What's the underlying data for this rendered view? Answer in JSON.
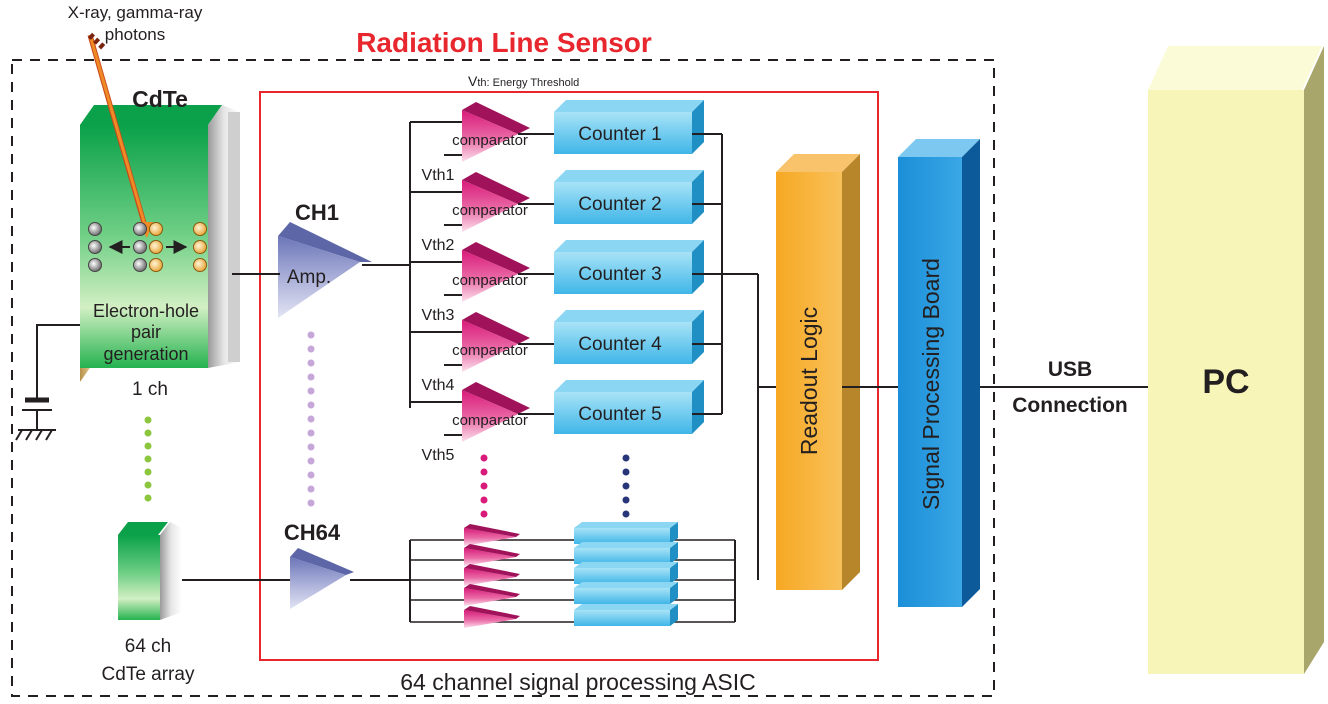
{
  "title": "Radiation Line Sensor",
  "incident": {
    "line1": "X-ray, gamma-ray",
    "line2": "photons"
  },
  "cdte": {
    "label": "CdTe",
    "generation_line1": "Electron-hole",
    "generation_line2": "pair",
    "generation_line3": "generation",
    "channel_label": "1 ch"
  },
  "array": {
    "line1": "64 ch",
    "line2": "CdTe array"
  },
  "asic": {
    "vth_prefix": "V",
    "vth_rest": "th: Energy Threshold",
    "ch1_label": "CH1",
    "ch64_label": "CH64",
    "amp_label": "Amp.",
    "comparator_label": "comparator",
    "thresholds": [
      "Vth1",
      "Vth2",
      "Vth3",
      "Vth4",
      "Vth5"
    ],
    "counters": [
      "Counter 1",
      "Counter 2",
      "Counter 3",
      "Counter 4",
      "Counter 5"
    ],
    "caption": "64 channel signal processing ASIC"
  },
  "readout_label": "Readout Logic",
  "board_label": "Signal Processing Board",
  "usb": {
    "line1": "USB",
    "line2": "Connection"
  },
  "pc_label": "PC",
  "colors": {
    "title": "#e8262d",
    "asic_border": "#e8262d",
    "comparator": "#d81b7a",
    "counter": "#4dc3ee",
    "amp": "#8a92c8",
    "readout": "#f4a11d",
    "board": "#1e8fd6",
    "pc": "#f6f5b5",
    "cdte_green": "#1fb35b",
    "arrow": "#f08a24"
  }
}
